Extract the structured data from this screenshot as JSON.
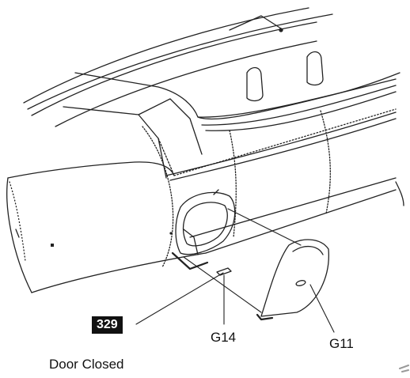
{
  "callouts": {
    "ref_badge": "329",
    "g14": "G14",
    "g11": "G11"
  },
  "caption": "Door Closed"
}
